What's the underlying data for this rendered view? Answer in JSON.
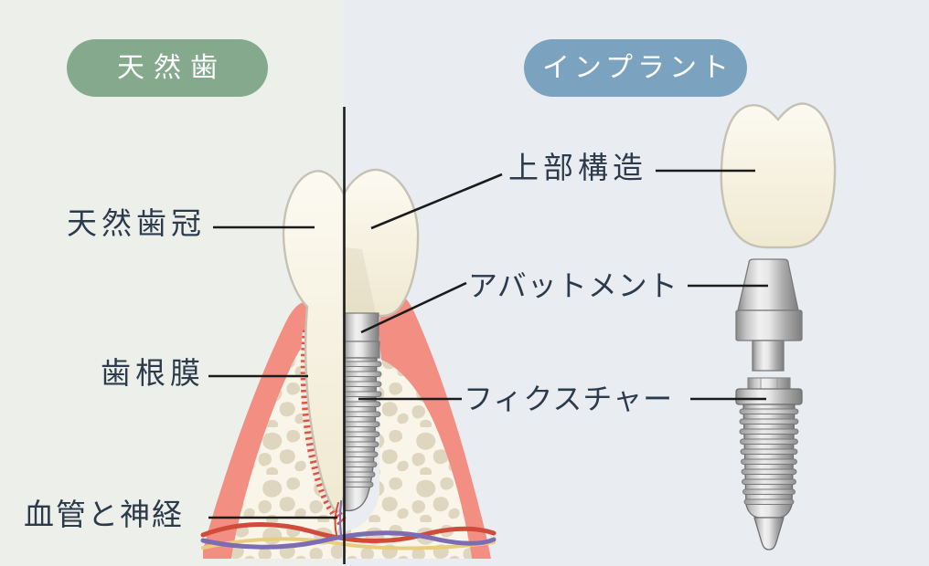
{
  "illustration": {
    "natural_side": {
      "badge": "天然歯",
      "badge_color": "#85A98C",
      "labels": {
        "crown": "天然歯冠",
        "periodontal_ligament": "歯根膜",
        "vessels_nerves": "血管と神経"
      }
    },
    "implant_side": {
      "badge": "インプラント",
      "badge_color": "#7BA3BF",
      "labels": {
        "superstructure": "上部構造",
        "abutment": "アバットメント",
        "fixture": "フィクスチャー"
      }
    },
    "colors": {
      "background_left": "#EDF0EA",
      "background_right": "#E9EDF2",
      "label_text": "#2C3B4B",
      "leader_line": "#1B1B1B",
      "gum": "#F28E82",
      "bone": "#FAF5E9",
      "bone_spots": "#DED6BF",
      "ligament_ticks": "#DE5347",
      "tooth": "#F7F2E0",
      "metal": "#C4C4C4",
      "vessel_red": "#D14B3B",
      "vessel_purple": "#7B6CB4",
      "vessel_yellow": "#E9CD7C"
    }
  }
}
